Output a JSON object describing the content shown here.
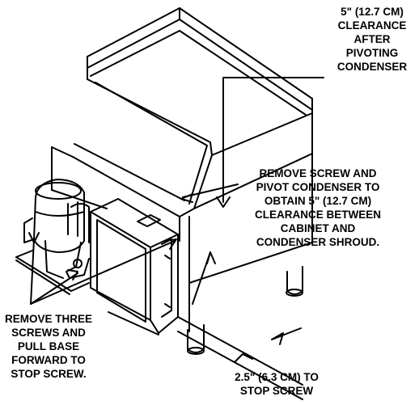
{
  "figure": {
    "callouts": {
      "clearance_after_pivot": [
        "5\" (12.7 CM)",
        "CLEARANCE",
        "AFTER",
        "PIVOTING",
        "CONDENSER"
      ],
      "remove_screw_pivot": [
        "REMOVE SCREW AND",
        "PIVOT CONDENSER TO",
        "OBTAIN 5\" (12.7 CM)",
        "CLEARANCE BETWEEN",
        "CABINET AND",
        "CONDENSER SHROUD."
      ],
      "remove_three_screws": [
        "REMOVE THREE",
        "SCREWS AND",
        "PULL BASE",
        "FORWARD TO",
        "STOP SCREW."
      ],
      "stop_screw_distance": [
        "2.5\" (6.3 CM) TO",
        "STOP SCREW"
      ]
    },
    "colors": {
      "line": "#000000",
      "background": "#ffffff"
    }
  }
}
